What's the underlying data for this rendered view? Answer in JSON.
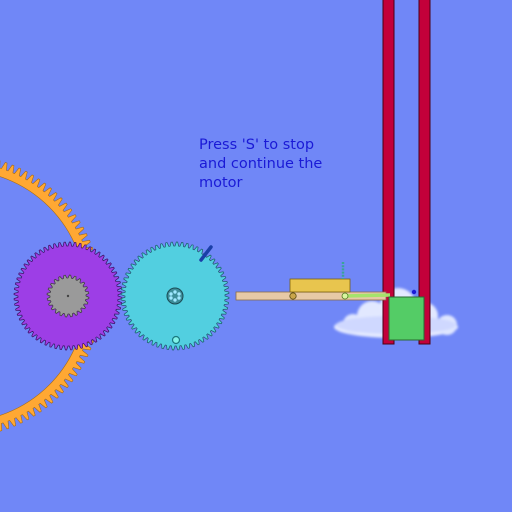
{
  "instruction": {
    "line1": "Press 'S' to stop",
    "line2": "and continue the",
    "line3": "motor"
  },
  "colors": {
    "background": "#7087f7",
    "large_ring_gear": "#ffa833",
    "purple_gear": "#9d3ee6",
    "grey_hub_gear": "#9a9a9a",
    "cyan_gear": "#52cfe0",
    "rail": "#e7c9a6",
    "slider_block": "#e8c54e",
    "rod": "#a5e36b",
    "piston": "#54cc66",
    "cylinder_walls": "#c3003a",
    "cloud": "#c9d4ff",
    "text": "#1a1ad6"
  },
  "icons": [
    "large-ring-gear-icon",
    "purple-gear-icon",
    "grey-hub-gear-icon",
    "cyan-gear-icon",
    "crank-pin-icon",
    "slider-block-icon",
    "connecting-rod-icon",
    "piston-icon",
    "cylinder-wall-icon",
    "cloud-icon"
  ]
}
